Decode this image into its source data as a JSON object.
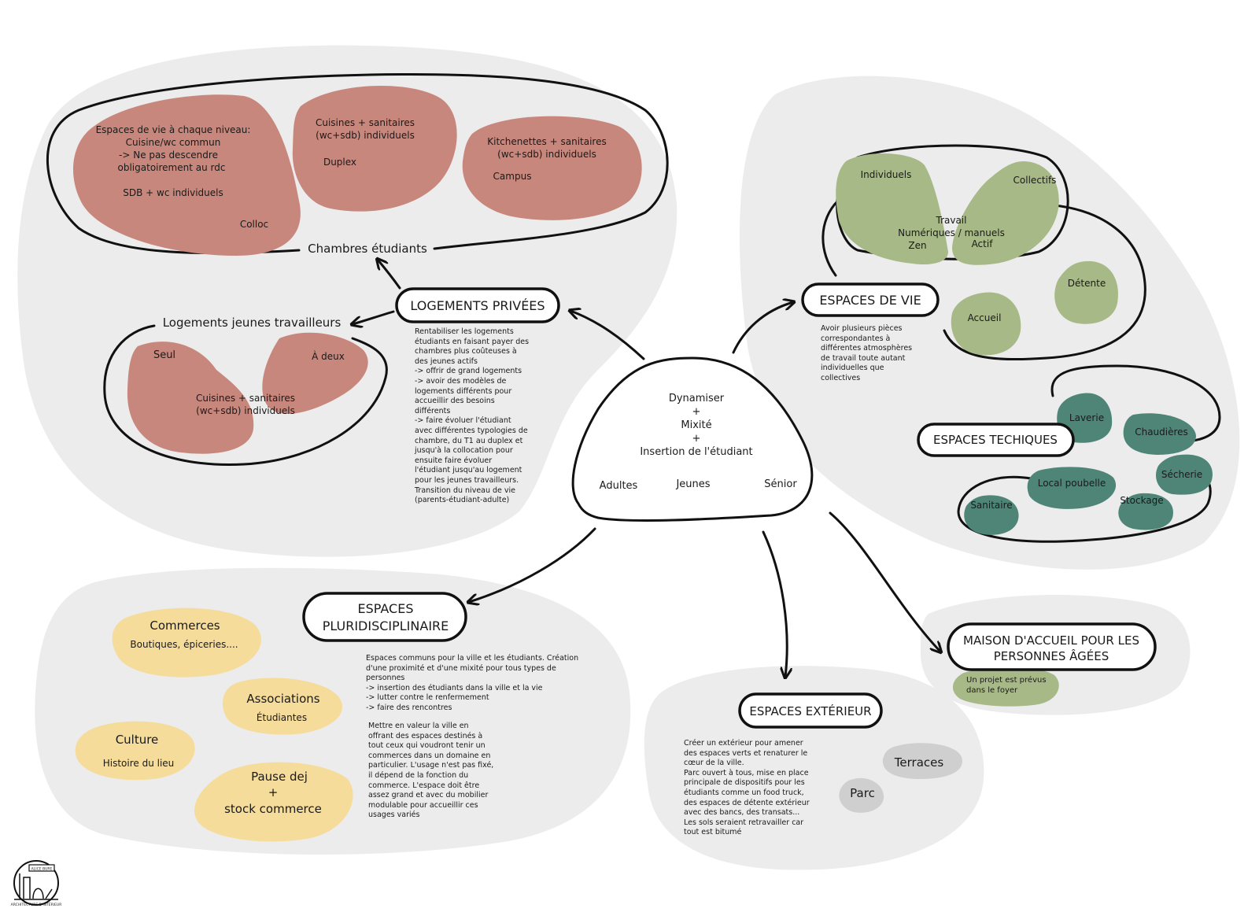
{
  "center": {
    "lines": [
      "Dynamiser",
      "+",
      "Mixité",
      "+",
      "Insertion de l'étudiant"
    ],
    "ages": [
      "Adultes",
      "Jeunes",
      "Sénior"
    ]
  },
  "logements": {
    "title": "LOGEMENTS PRIVÉES",
    "chambres_label": "Chambres étudiants",
    "jeunes_label": "Logements jeunes travailleurs",
    "colloc": [
      "Espaces de vie à chaque niveau:",
      "Cuisine/wc commun",
      "-> Ne pas descendre",
      "obligatoirement   au rdc",
      "SDB + wc individuels",
      "Colloc"
    ],
    "duplex": [
      "Cuisines + sanitaires",
      "(wc+sdb) individuels",
      "Duplex"
    ],
    "campus": [
      "Kitchenettes + sanitaires",
      "(wc+sdb) individuels",
      "Campus"
    ],
    "seul": "Seul",
    "a_deux": "À deux",
    "cuisines": [
      "Cuisines + sanitaires",
      "(wc+sdb) individuels"
    ],
    "description": [
      "Rentabiliser les logements",
      "étudiants en faisant payer des",
      "chambres plus coûteuses à",
      "des jeunes actifs",
      "-> offrir de grand logements",
      "-> avoir des modèles de",
      "logements différents pour",
      "accueillir des besoins",
      "différents",
      "-> faire évoluer l'étudiant",
      "avec différentes typologies de",
      "chambre, du T1 au duplex et",
      "jusqu'à la collocation pour",
      "ensuite faire évoluer",
      "l'étudiant jusqu'au logement",
      "pour les jeunes travailleurs.",
      "Transition du niveau de vie",
      "(parents-étudiant-adulte)"
    ]
  },
  "vie": {
    "title": "ESPACES DE VIE",
    "individuels": "Individuels",
    "collectifs": "Collectifs",
    "travail": [
      "Travail",
      "Numériques / manuels"
    ],
    "zen": "Zen",
    "actif": "Actif",
    "detente": "Détente",
    "accueil": "Accueil",
    "description": [
      "Avoir plusieurs pièces",
      "correspondantes à",
      "différentes atmosphères",
      "de travail toute autant",
      "individuelles que",
      "collectives"
    ]
  },
  "techniques": {
    "title": "ESPACES TECHIQUES",
    "items": [
      "Laverie",
      "Chaudières",
      "Sécherie",
      "Local poubelle",
      "Stockage",
      "Sanitaire"
    ]
  },
  "pluri": {
    "title": [
      "ESPACES",
      "PLURIDISCIPLINAIRE"
    ],
    "commerces": [
      "Commerces",
      "Boutiques, épiceries...."
    ],
    "associations": [
      "Associations",
      "Étudiantes"
    ],
    "culture": [
      "Culture",
      "Histoire du lieu"
    ],
    "pause": [
      "Pause dej",
      "+",
      "stock commerce"
    ],
    "description1": [
      "Espaces communs pour la ville et les étudiants. Création",
      "d'une proximité et d'une mixité pour tous types de",
      "personnes",
      "-> insertion des étudiants dans la ville et la vie",
      "-> lutter contre le renfermement",
      "-> faire des rencontres"
    ],
    "description2": [
      "Mettre en valeur la ville en",
      "offrant des espaces destinés à",
      "tout ceux qui voudront tenir un",
      "commerces dans un domaine en",
      "particulier. L'usage n'est pas fixé,",
      "il dépend de la fonction du",
      "commerce. L'espace doit être",
      "assez grand et avec du mobilier",
      "modulable pour accueillir ces",
      "usages variés"
    ]
  },
  "exterieur": {
    "title": "ESPACES EXTÉRIEUR",
    "terraces": "Terraces",
    "parc": "Parc",
    "description": [
      "Créer un extérieur pour amener",
      "des espaces verts et renaturer le",
      "cœur de la ville.",
      "Parc ouvert à tous, mise en place",
      "principale de dispositifs pour les",
      "étudiants comme un food truck,",
      "des espaces de détente extérieur",
      "avec des bancs, des transats...",
      "Les sols seraient retravailler car",
      "tout est bitumé"
    ]
  },
  "maison": {
    "title": [
      "MAISON D'ACCUEIL POUR LES",
      "PERSONNES ÂGÉES"
    ],
    "note": [
      "Un projet est prévus",
      "dans le foyer"
    ]
  },
  "logo": {
    "caption": "ARCHITECTURE D'INTÉRIEUR",
    "badge": "ALICE BURE"
  },
  "colors": {
    "rose": "#c8877c",
    "sage": "#a7b986",
    "teal": "#4f8577",
    "sand": "#f5dc9b",
    "grey": "#cfcfcf",
    "background": "#ececec"
  }
}
